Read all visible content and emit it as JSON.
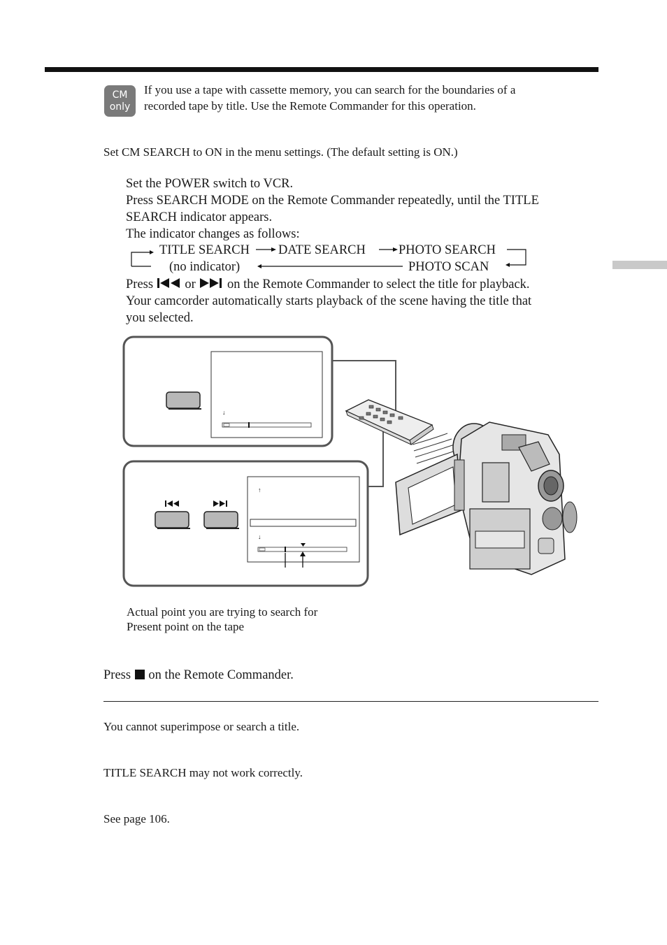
{
  "badge": {
    "line1": "CM",
    "line2": "only",
    "icon": "cassette-memory-only-icon"
  },
  "intro": {
    "line1": "If you use a tape with cassette memory, you can search for the boundaries of a",
    "line2": "recorded tape by title. Use the Remote Commander for this operation."
  },
  "setup_note": "Set CM SEARCH to ON in the menu settings. (The default setting is ON.)",
  "steps": {
    "step1": "Set the POWER switch to VCR.",
    "step2_line1": "Press SEARCH MODE on the Remote Commander repeatedly, until the TITLE",
    "step2_line2": "SEARCH indicator appears.",
    "indicator_intro": "The indicator changes as follows:",
    "cycle": {
      "title_search": "TITLE SEARCH",
      "date_search": "DATE SEARCH",
      "photo_search": "PHOTO SEARCH",
      "no_indicator": "(no indicator)",
      "photo_scan": "PHOTO SCAN"
    },
    "step3_press": "Press",
    "step3_or": "or",
    "step3_rest": "on the Remote Commander to select the title for playback.",
    "step3_line2": "Your camcorder automatically starts playback of the scene having the title that",
    "step3_line3": "you selected."
  },
  "figure": {
    "caption_line1": "Actual point you are trying to search for",
    "caption_line2": "Present point on the tape"
  },
  "stop": {
    "press": "Press",
    "rest": "on the Remote Commander."
  },
  "notes": {
    "note1": "You cannot superimpose or search a title.",
    "note2": "TITLE SEARCH may not work correctly.",
    "note3": "See page 106."
  },
  "colors": {
    "rule": "#111111",
    "badge": "#7a7a7a",
    "side_tab": "#c9c9c9",
    "button_fill": "#b8b8b8"
  }
}
